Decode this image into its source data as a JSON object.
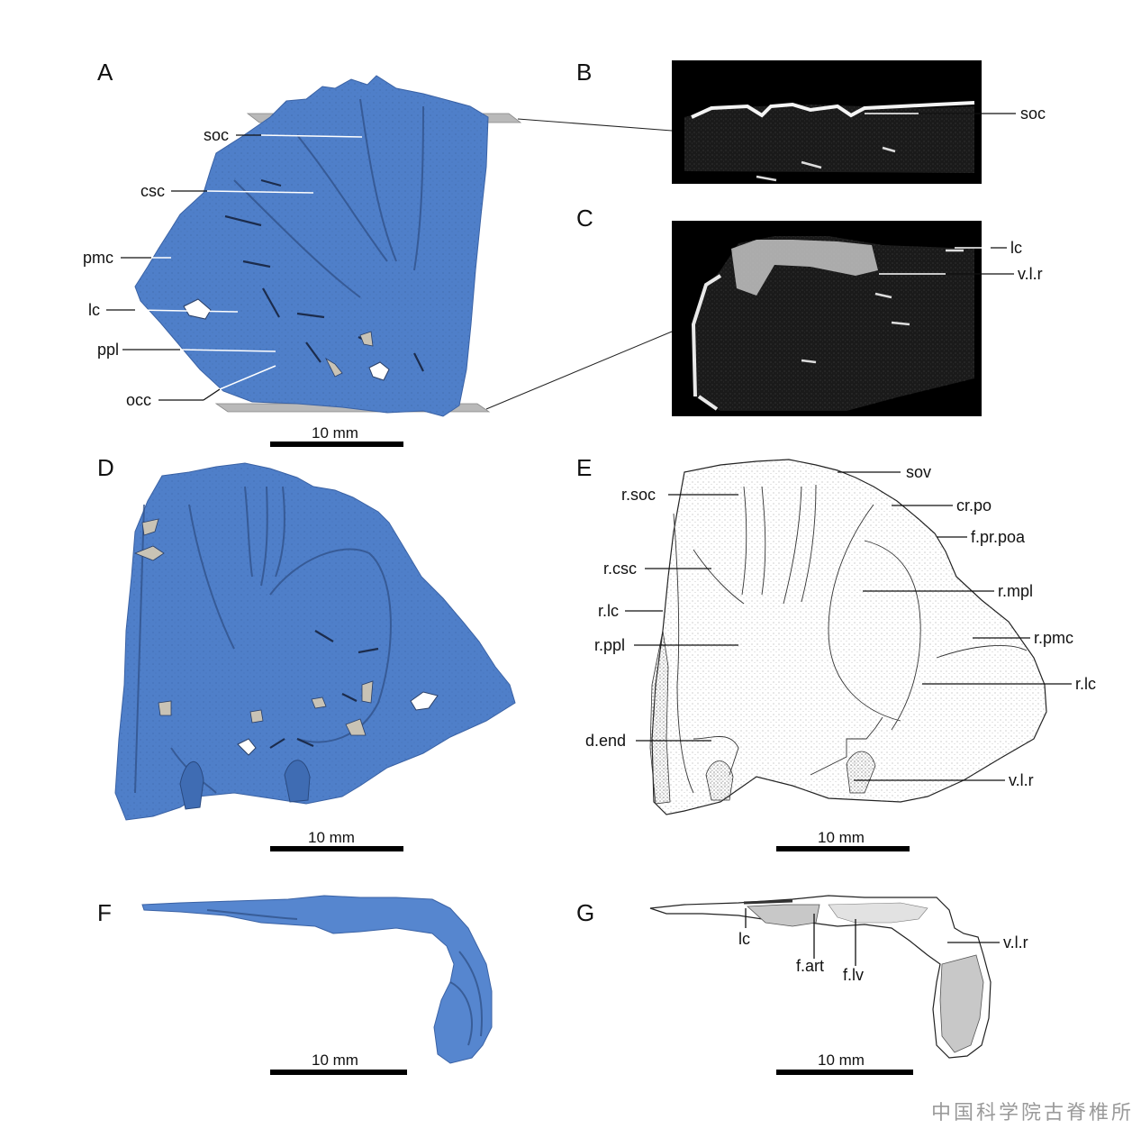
{
  "panels": {
    "A": "A",
    "B": "B",
    "C": "C",
    "D": "D",
    "E": "E",
    "F": "F",
    "G": "G"
  },
  "labels_A": {
    "soc": "soc",
    "csc": "csc",
    "pmc": "pmc",
    "lc": "lc",
    "ppl": "ppl",
    "occ": "occ"
  },
  "labels_B": {
    "soc": "soc"
  },
  "labels_C": {
    "lc": "lc",
    "vlr": "v.l.r"
  },
  "labels_E": {
    "sov": "sov",
    "rsoc": "r.soc",
    "crpo": "cr.po",
    "fprpoa": "f.pr.poa",
    "rcsc": "r.csc",
    "rmpl": "r.mpl",
    "rlc_left": "r.lc",
    "rppl": "r.ppl",
    "rpmc": "r.pmc",
    "rlc_right": "r.lc",
    "dend": "d.end",
    "vlr": "v.l.r"
  },
  "labels_G": {
    "lc": "lc",
    "fart": "f.art",
    "flv": "f.lv",
    "vlr": "v.l.r"
  },
  "scale_bars": {
    "A": "10 mm",
    "D": "10 mm",
    "E": "10 mm",
    "F": "10 mm",
    "G": "10 mm"
  },
  "colors": {
    "specimen_blue": "#4f7fc9",
    "ct_background": "#000000",
    "drawing_gray": "#c8c8c8"
  },
  "watermark": "中国科学院古脊椎所"
}
